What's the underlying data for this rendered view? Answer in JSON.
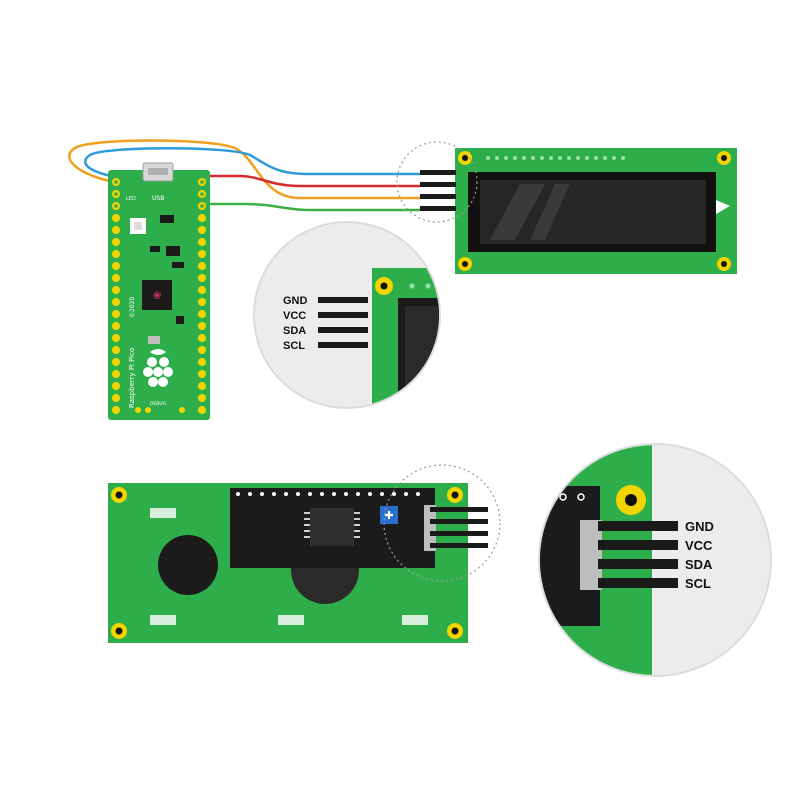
{
  "colors": {
    "pcb_green": "#2eae4a",
    "pcb_dark_green": "#1f8a36",
    "lcd_black": "#1b1b1b",
    "wire_gnd": "#f0a020",
    "wire_vcc": "#d92b2b",
    "wire_sda": "#2f9ad8",
    "wire_scl": "#3cb043",
    "mount_hole": "#f2d400",
    "trimmer_blue": "#2a6fd0"
  },
  "pico": {
    "board_name": "Raspberry Pi Pico",
    "year": "©2020",
    "usb_label": "USB",
    "led_label": "LED",
    "debug_label": "DEBUG",
    "logo_icon": "raspberry-logo-icon"
  },
  "zoom_top": {
    "pins": [
      "GND",
      "VCC",
      "SDA",
      "SCL"
    ]
  },
  "zoom_bottom": {
    "pins": [
      "GND",
      "VCC",
      "SDA",
      "SCL"
    ]
  }
}
